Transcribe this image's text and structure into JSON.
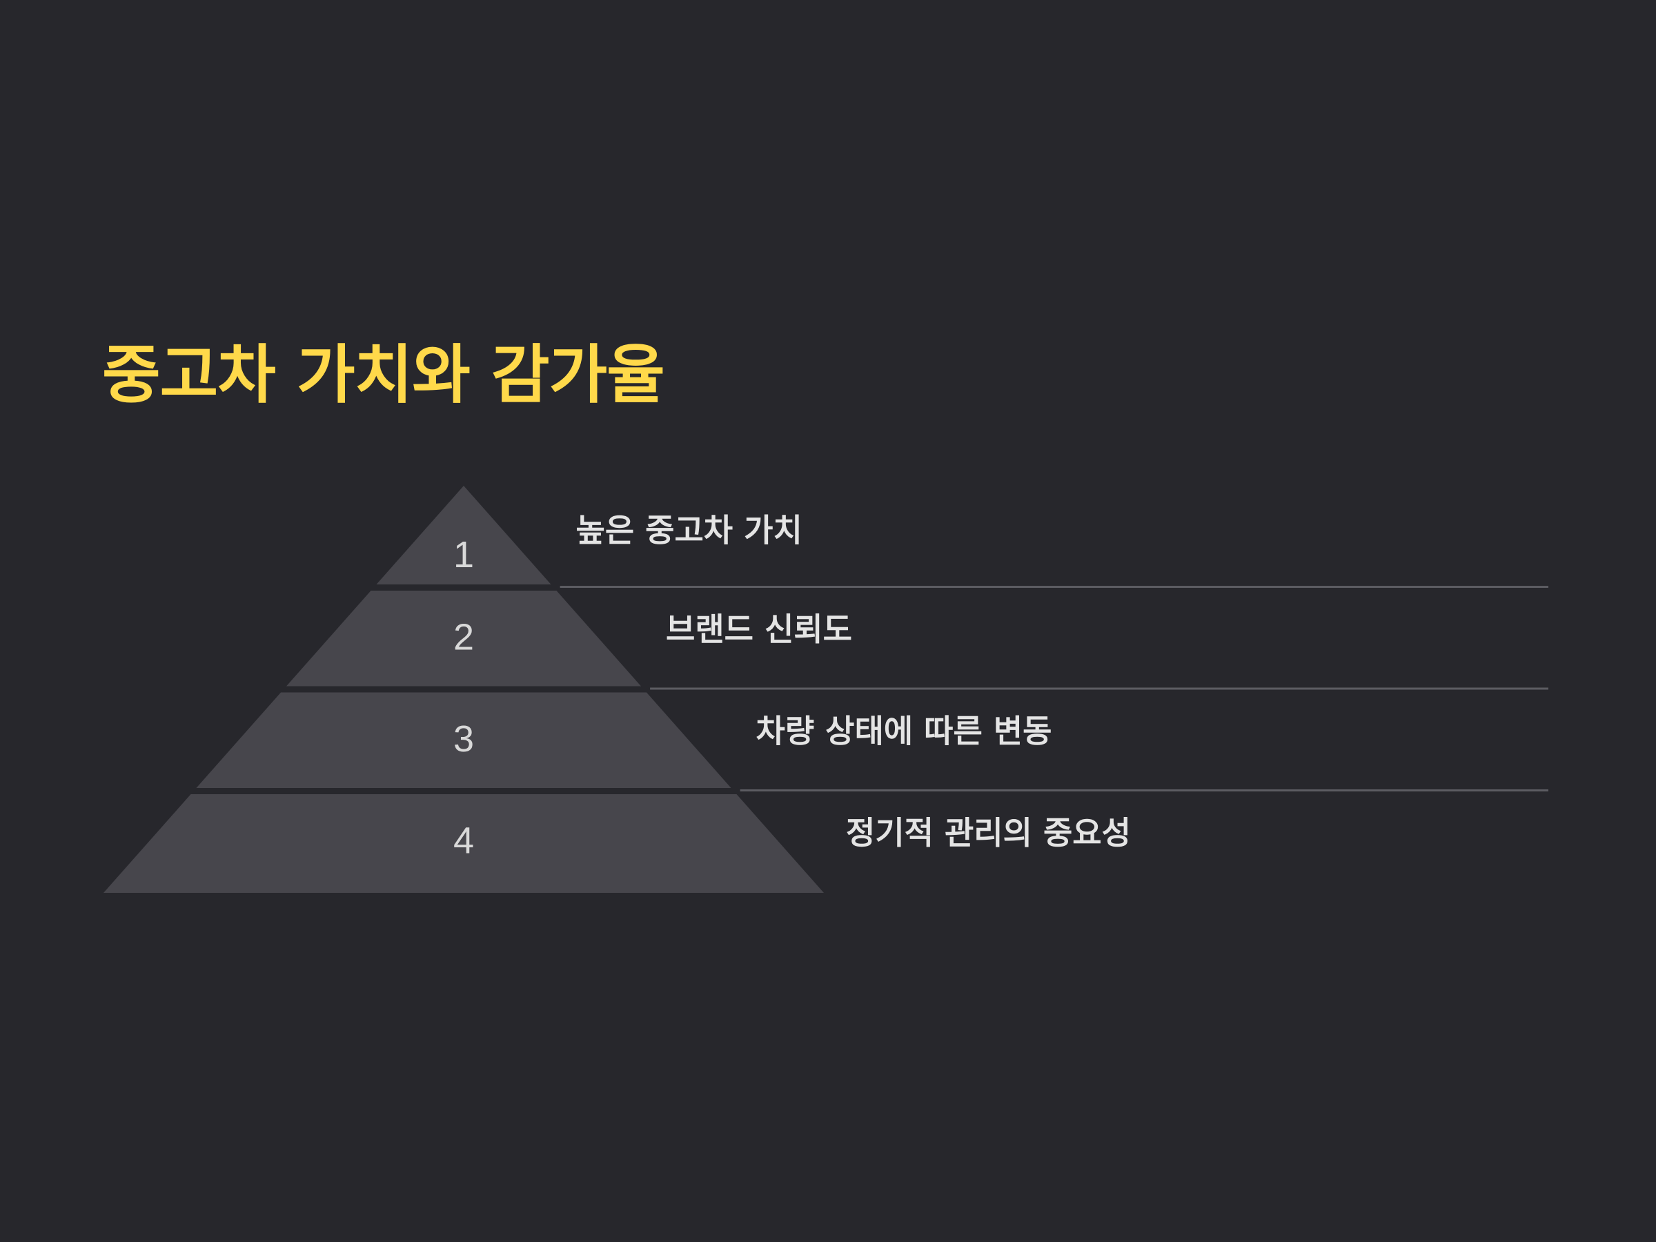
{
  "slide": {
    "title": "중고차 가치와 감가율"
  },
  "colors": {
    "background": "#27272c",
    "title": "#ffd94a",
    "tier_fill": "#47464c",
    "tier_number": "#d9d9d9",
    "tier_text": "#e4e4e4",
    "divider": "#5c5c62"
  },
  "pyramid": {
    "levels": [
      {
        "number": "1",
        "text": "높은 중고차 가치"
      },
      {
        "number": "2",
        "text": "브랜드 신뢰도"
      },
      {
        "number": "3",
        "text": "차량 상태에 따른 변동"
      },
      {
        "number": "4",
        "text": "정기적 관리의 중요성"
      }
    ]
  }
}
